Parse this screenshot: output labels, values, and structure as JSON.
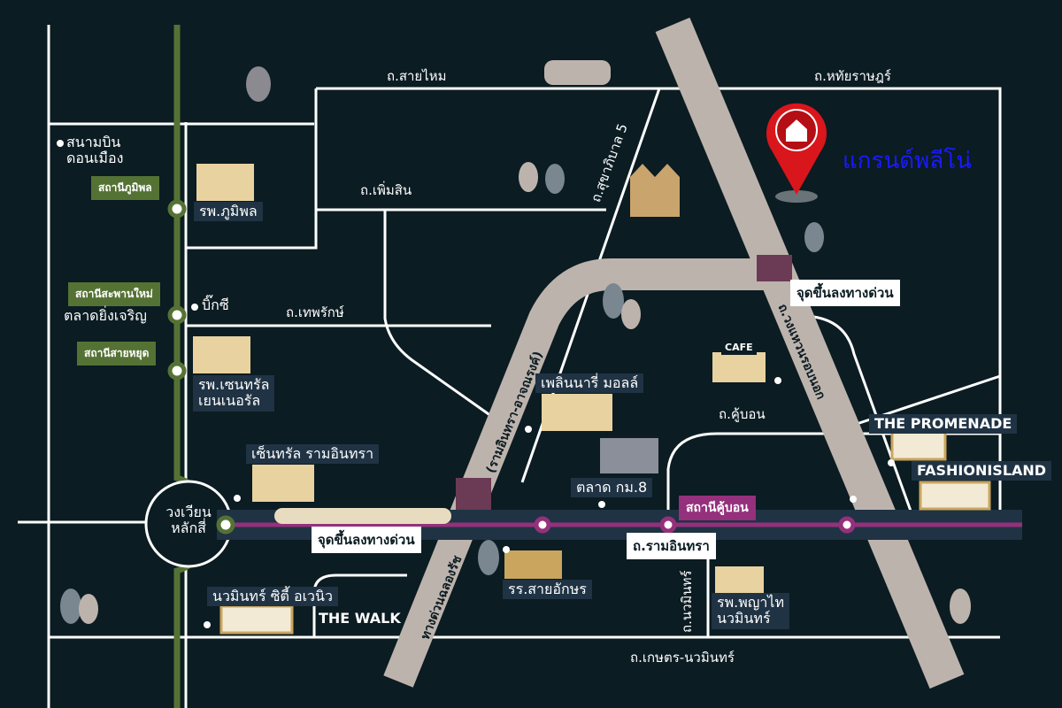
{
  "project": {
    "name": "แกรนด์พลีโน่",
    "pin_color": "#d9161c",
    "name_color": "#1a1aff"
  },
  "roads": {
    "sai_mai": "ถ.สายไหม",
    "haruthai": "ถ.หทัยราษฎร์",
    "sukhapiban5": "ถ.สุขาภิบาล 5",
    "phermsin": "ถ.เพิ่มสิน",
    "thepharak": "ถ.เทพรักษ์",
    "khubon": "ถ.คู้บอน",
    "ramintra": "ถ.รามอินทรา",
    "nawamin": "ถ.นวมินทร์",
    "kaset_nawamin": "ถ.เกษตร-นวมินทร์",
    "chalong_rat": "ทางด่วนฉลองรัช",
    "chalong_rat_sub": "(รามอินทรา-อาจณรงค์)",
    "ring_road": "ถ.วงแหวนรอบนอก"
  },
  "stations": {
    "bhumibol": "สถานีภูมิพล",
    "saphan_mai": "สถานีสะพานใหม่",
    "sai_yut": "สถานีสายหยุด",
    "khubon": "สถานีคู้บอน"
  },
  "places": {
    "airport": "สนามบิน\nดอนเมือง",
    "bhumibol_hospital": "รพ.ภูมิพล",
    "bigc": "บิ๊กซี",
    "ying_charoen": "ตลาดยิ่งเจริญ",
    "central_hospital_1": "รพ.เซนทรัล",
    "central_hospital_2": "เยนเนอรัล",
    "central_ramintra": "เซ็นทรัล รามอินทรา",
    "roundabout_1": "วงเวียน",
    "roundabout_2": "หลักสี่",
    "expressway_exit": "จุดขึ้นลงทางด่วน",
    "expressway_exit_2": "จุดขึ้นลงทางด่วน",
    "nawamin_city": "นวมินทร์ ซิตี้ อเวนิว",
    "the_walk": "THE WALK",
    "sai_aksorn": "รร.สายอักษร",
    "phraya_1": "รพ.พญาไท",
    "phraya_2": "นวมินทร์",
    "plernnari": "เพลินนารี่ มอลล์",
    "market_km8": "ตลาด กม.8",
    "cafe": "CAFE",
    "promenade": "THE PROMENADE",
    "fashion_island": "FASHIONISLAND"
  },
  "colors": {
    "green_line": "#557235",
    "pink_line": "#94307c",
    "road": "#bdb3ad",
    "background": "#0b1c22"
  }
}
